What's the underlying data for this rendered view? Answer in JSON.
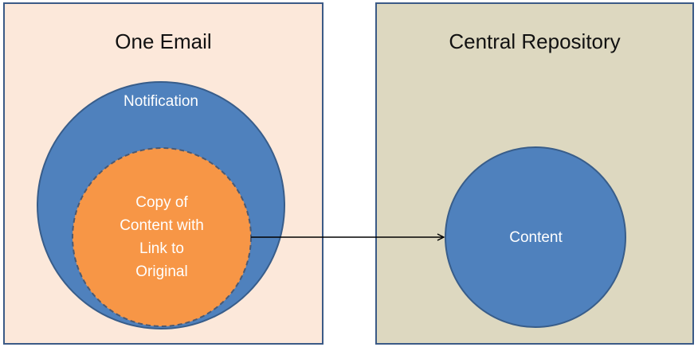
{
  "colors": {
    "left_panel_bg": "#fce8da",
    "right_panel_bg": "#ddd8c0",
    "panel_border": "#3b5a86",
    "blue_circle": "#4f81bd",
    "blue_circle_border": "#385d8a",
    "orange_circle": "#f79646",
    "orange_circle_border": "#4a5a74",
    "arrow": "#000000"
  },
  "left_panel": {
    "title": "One Email",
    "outer_circle_label": "Notification",
    "inner_circle_lines": [
      "Copy of",
      "Content with",
      "Link to",
      "Original"
    ]
  },
  "right_panel": {
    "title": "Central Repository",
    "circle_label": "Content"
  }
}
